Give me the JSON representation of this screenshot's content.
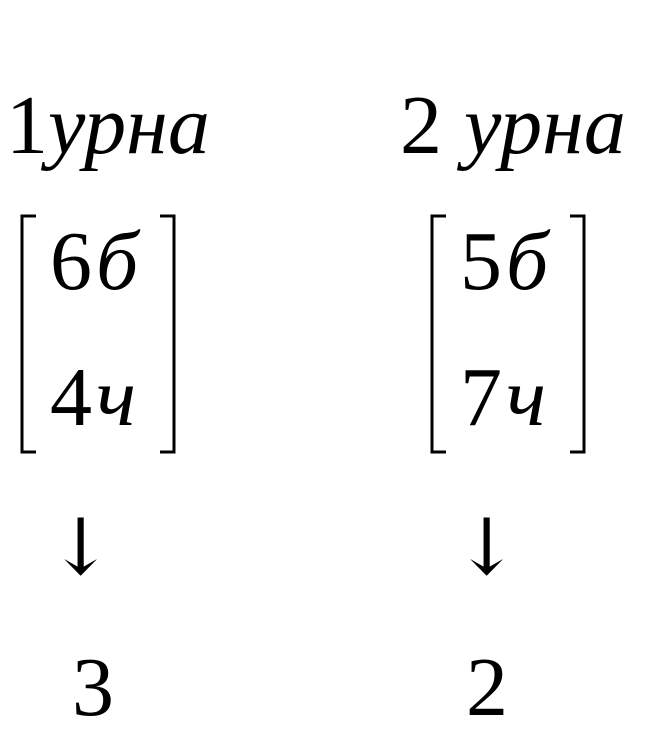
{
  "urns": [
    {
      "number": "1",
      "word": "урна",
      "top_count": "6",
      "top_letter": "б",
      "bottom_count": "4",
      "bottom_letter": "ч",
      "arrow": "↓",
      "result": "3"
    },
    {
      "number": "2",
      "word": "урна",
      "top_count": "5",
      "top_letter": "б",
      "bottom_count": "7",
      "bottom_letter": "ч",
      "arrow": "↓",
      "result": "2"
    }
  ]
}
